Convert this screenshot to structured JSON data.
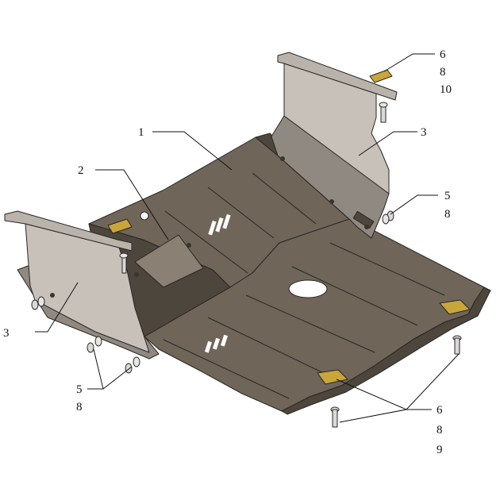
{
  "colors": {
    "plate": "#6f6659",
    "plate_dark": "#4d463d",
    "plate_light": "#8a8073",
    "side_panel": "#c7c1ba",
    "side_panel_dark": "#8f8982",
    "bracket": "#b9b3ab",
    "washer": "#c9a63a",
    "bolt": "#d9d9d9",
    "line": "#111111"
  },
  "callouts": {
    "c1": "1",
    "c2": "2",
    "c3_right": "3",
    "c3_left": "3",
    "c6_top": "6",
    "c8_top": "8",
    "c10_top": "10",
    "c5_right": "5",
    "c8_right": "8",
    "c5_left": "5",
    "c8_left": "8",
    "c6_bottom": "6",
    "c8_bottom": "8",
    "c9_bottom": "9"
  }
}
